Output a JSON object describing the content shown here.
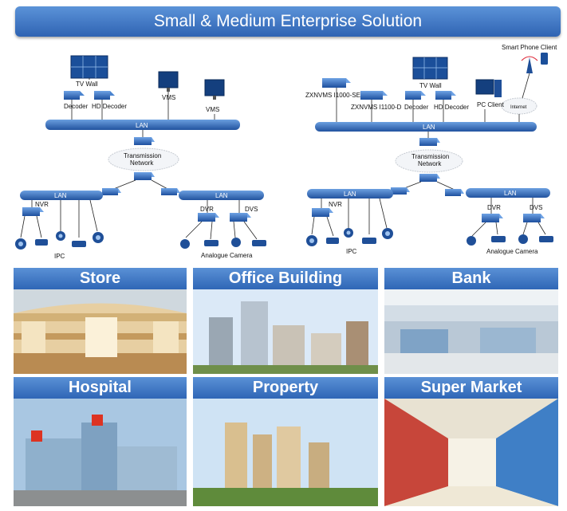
{
  "banner": {
    "title": "Small & Medium Enterprise Solution"
  },
  "left_diagram": {
    "tv_wall": "TV Wall",
    "decoder": "Decoder",
    "hd_decoder": "HD Decoder",
    "vms_1": "VMS",
    "vms_2": "VMS",
    "lan_top": "LAN",
    "transmission": "Transmission",
    "network": "Network",
    "lan_left": "LAN",
    "lan_right": "LAN",
    "nvr": "NVR",
    "dvr": "DVR",
    "dvs": "DVS",
    "ipc": "IPC",
    "analogue_camera": "Analogue Camera"
  },
  "right_diagram": {
    "smart_phone_client": "Smart Phone Client",
    "tv_wall": "TV Wall",
    "zxnvms_se": "ZXNVMS I1000-SE",
    "zxnvms_d": "ZXNVMS I1100-D",
    "decoder": "Decoder",
    "hd_decoder": "HD Decoder",
    "pc_client": "PC Client",
    "internet": "Internet",
    "lan_top": "LAN",
    "transmission": "Transmission",
    "network": "Network",
    "lan_left": "LAN",
    "lan_right": "LAN",
    "nvr": "NVR",
    "dvr": "DVR",
    "dvs": "DVS",
    "ipc": "IPC",
    "analogue_camera": "Analogue Camera"
  },
  "scenarios": [
    {
      "label": "Store"
    },
    {
      "label": "Office Building"
    },
    {
      "label": "Bank"
    },
    {
      "label": "Hospital"
    },
    {
      "label": "Property"
    },
    {
      "label": "Super Market"
    }
  ],
  "colors": {
    "banner": "#3b73c4",
    "lan": "#2f64b4",
    "device": "#2a62b8"
  }
}
